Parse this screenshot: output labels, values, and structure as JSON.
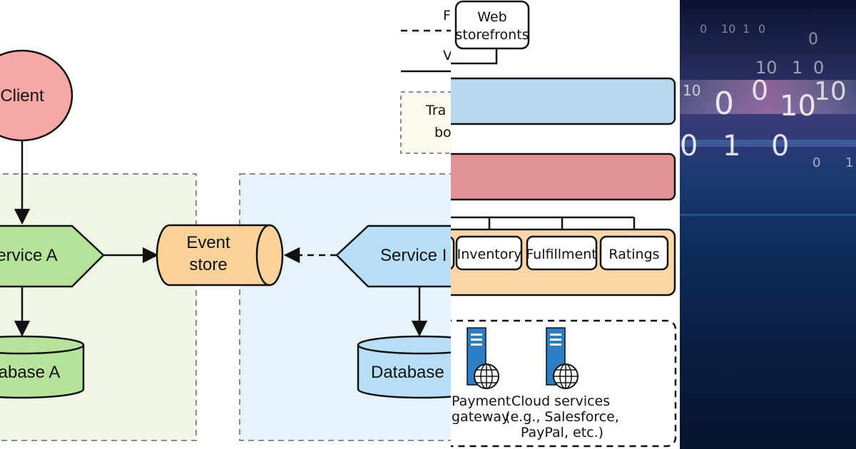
{
  "panel_left": {
    "client": "Client",
    "service_a": "ervice A",
    "event_store_line1": "Event",
    "event_store_line2": "store",
    "service_b": "Service I",
    "database_a": "atabase A",
    "database_b": "Database",
    "colors": {
      "client_fill": "#f6a9a4",
      "service_a_fill": "#b5e39a",
      "event_store_fill": "#fbd39a",
      "service_b_fill": "#b6def6",
      "zone_a_fill": "#eef7e6",
      "zone_b_fill": "#e6f3fb"
    }
  },
  "panel_middle": {
    "web_storefronts_line1": "Web",
    "web_storefronts_line2": "storefronts",
    "clip_label_f": "F",
    "clip_label_v": "V",
    "clip_label_tra": "Tra",
    "clip_label_bo": "bo",
    "services": [
      "Inventory",
      "Fulfillment",
      "Ratings"
    ],
    "payment_line1": "Payment",
    "payment_line2": "gateway",
    "cloud_line1": "Cloud services",
    "cloud_line2": "(e.g., Salesforce,",
    "cloud_line3": "PayPal, etc.)",
    "colors": {
      "blue_bar": "#b8d7ec",
      "red_bar": "#e19395",
      "services_bg": "#fbd7a8",
      "server_blue": "#2a7fc4"
    }
  },
  "panel_right": {
    "binary_digits": [
      "0",
      "10",
      "1",
      "0",
      "0",
      "10",
      "1",
      "0",
      "10",
      "0",
      "0",
      "10",
      "10",
      "0",
      "1",
      "0",
      "0",
      "1"
    ]
  }
}
